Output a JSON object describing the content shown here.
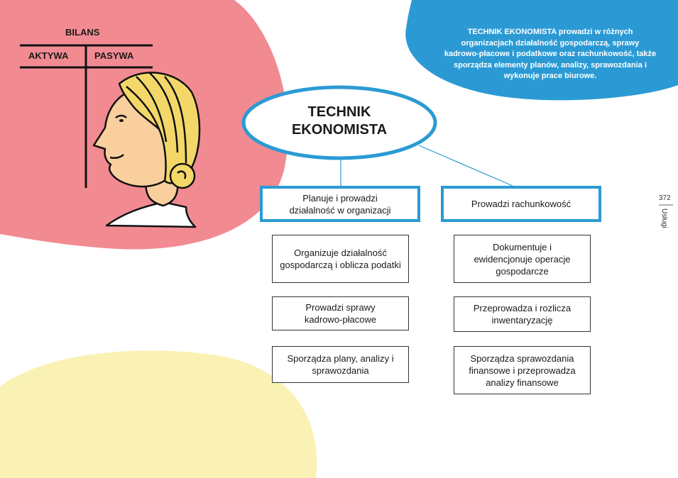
{
  "bilans": {
    "title": "BILANS",
    "left": "AKTYWA",
    "right": "PASYWA"
  },
  "description": {
    "highlight": "TECHNIK EKONOMISTA",
    "text": " prowadzi w różnych organizacjach działalność gospodarczą, sprawy kadrowo-płacowe i podatkowe oraz rachunkowość, także sporządza elementy planów, analizy, sprawozdania i wykonuje prace biurowe."
  },
  "central": {
    "line1": "TECHNIK",
    "line2": "EKONOMISTA"
  },
  "left_branch": {
    "header": "Planuje i prowadzi działalność w organizacji",
    "items": [
      "Organizuje działalność gospodarczą i oblicza podatki",
      "Prowadzi sprawy kadrowo-płacowe",
      "Sporządza plany, analizy i sprawozdania"
    ]
  },
  "right_branch": {
    "header": "Prowadzi rachunkowość",
    "items": [
      "Dokumentuje i ewidencjonuje operacje gospodarcze",
      "Przeprowadza i rozlicza inwentaryzację",
      "Sporządza sprawozdania finansowe i przeprowadza analizy finansowe"
    ]
  },
  "page": {
    "number": "372",
    "section": "Usługi"
  },
  "colors": {
    "pink": "#f28a92",
    "blue": "#2b9ad4",
    "yellow": "#faf1b4",
    "hair": "#f3d869",
    "skin": "#f8cf9d"
  }
}
